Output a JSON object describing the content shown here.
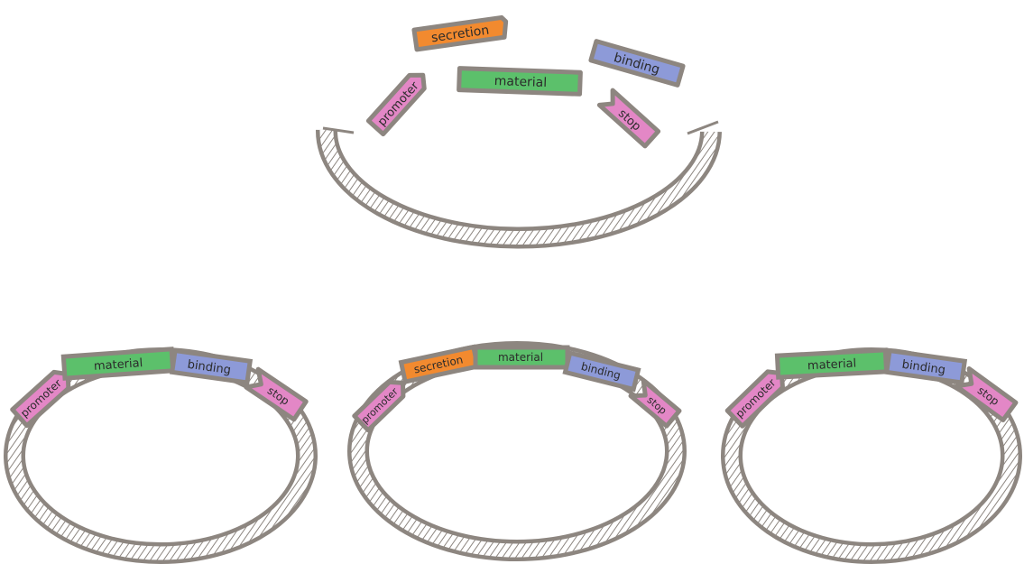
{
  "colors": {
    "backbone": "#8d8680",
    "backbone_fill": "#ffffff",
    "hatch": "#8d8680",
    "outline": "#8d8680",
    "promoter": "#e387c6",
    "secretion": "#f28a2f",
    "material": "#5cc06b",
    "binding": "#8d9ad8",
    "stop": "#e387c6",
    "text": "#2b2b2b"
  },
  "parts": {
    "promoter": "promoter",
    "secretion": "secretion",
    "material": "material",
    "binding": "binding",
    "stop": "stop"
  },
  "diagram": {
    "top_assembly": {
      "open_backbone": true,
      "parts": [
        "secretion",
        "binding",
        "material",
        "promoter",
        "stop"
      ]
    },
    "plasmids": [
      {
        "id": "left",
        "parts": [
          "promoter",
          "material",
          "binding",
          "stop"
        ]
      },
      {
        "id": "center",
        "parts": [
          "promoter",
          "secretion",
          "material",
          "binding",
          "stop"
        ]
      },
      {
        "id": "right",
        "parts": [
          "promoter",
          "material",
          "binding",
          "stop"
        ]
      }
    ]
  }
}
